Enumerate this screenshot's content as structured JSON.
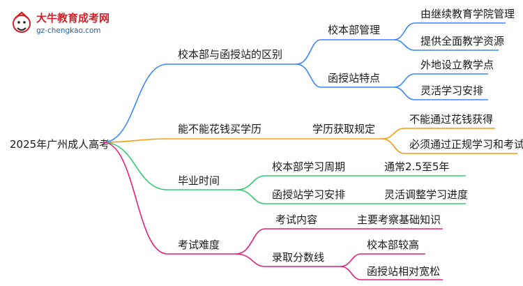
{
  "logo": {
    "name": "大牛教育成考网",
    "url": "gz-chengkao.com"
  },
  "root": {
    "label": "2025年广州成人高考"
  },
  "colors": {
    "branch1": "#3a86ff",
    "branch2": "#f39c12",
    "branch3": "#2ecc71",
    "branch4": "#e91e7a",
    "logo_red": "#d4202a",
    "logo_blue": "#2a5db0"
  },
  "branches": [
    {
      "label": "校本部与函授站的区别",
      "children": [
        {
          "label": "校本部管理",
          "children": [
            "由继续教育学院管理",
            "提供全面教学资源"
          ]
        },
        {
          "label": "函授站特点",
          "children": [
            "外地设立教学点",
            "灵活学习安排"
          ]
        }
      ]
    },
    {
      "label": "能不能花钱买学历",
      "children": [
        {
          "label": "学历获取规定",
          "children": [
            "不能通过花钱获得",
            "必须通过正规学习和考试"
          ]
        }
      ]
    },
    {
      "label": "毕业时间",
      "children": [
        {
          "label": "校本部学习周期",
          "children": [
            "通常2.5至5年"
          ]
        },
        {
          "label": "函授站学习安排",
          "children": [
            "灵活调整学习进度"
          ]
        }
      ]
    },
    {
      "label": "考试难度",
      "children": [
        {
          "label": "考试内容",
          "children": [
            "主要考察基础知识"
          ]
        },
        {
          "label": "录取分数线",
          "children": [
            "校本部较高",
            "函授站相对宽松"
          ]
        }
      ]
    }
  ]
}
